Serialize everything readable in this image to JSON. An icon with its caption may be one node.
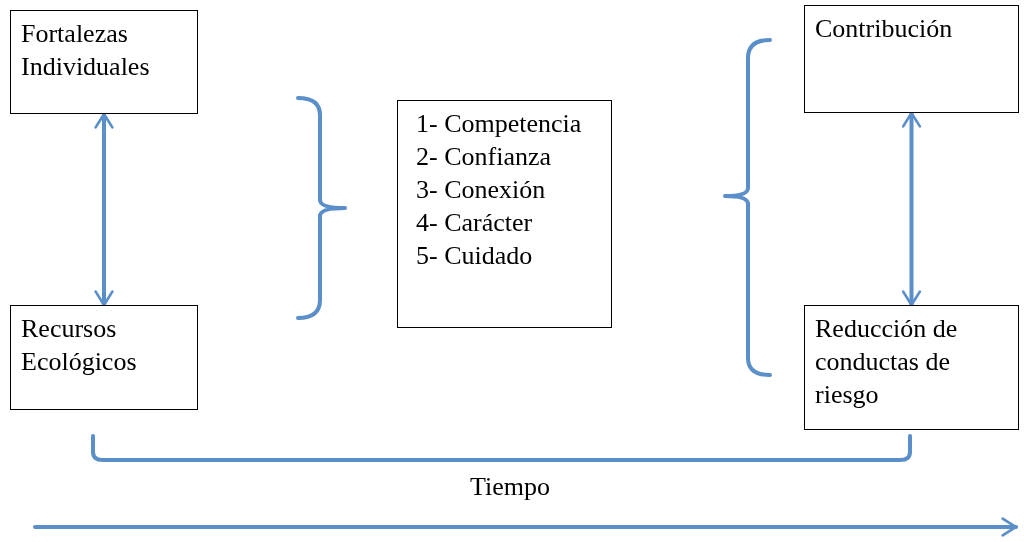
{
  "diagram": {
    "nodes": [
      {
        "text": [
          "Fortalezas Individuales"
        ]
      },
      {
        "text": [
          "Recursos Ecológicos"
        ]
      },
      {
        "text": [
          "1- Competencia",
          "2- Confianza",
          "3- Conexión",
          "4- Carácter",
          "5- Cuidado"
        ]
      },
      {
        "text": [
          "Contribución"
        ]
      },
      {
        "text": [
          "Reducción de conductas de riesgo"
        ]
      }
    ],
    "edges": [
      {
        "from": 0,
        "to": 1,
        "arrow": "both"
      },
      {
        "from": 3,
        "to": 4,
        "arrow": "both"
      }
    ],
    "labels": [
      "Tiempo"
    ]
  }
}
